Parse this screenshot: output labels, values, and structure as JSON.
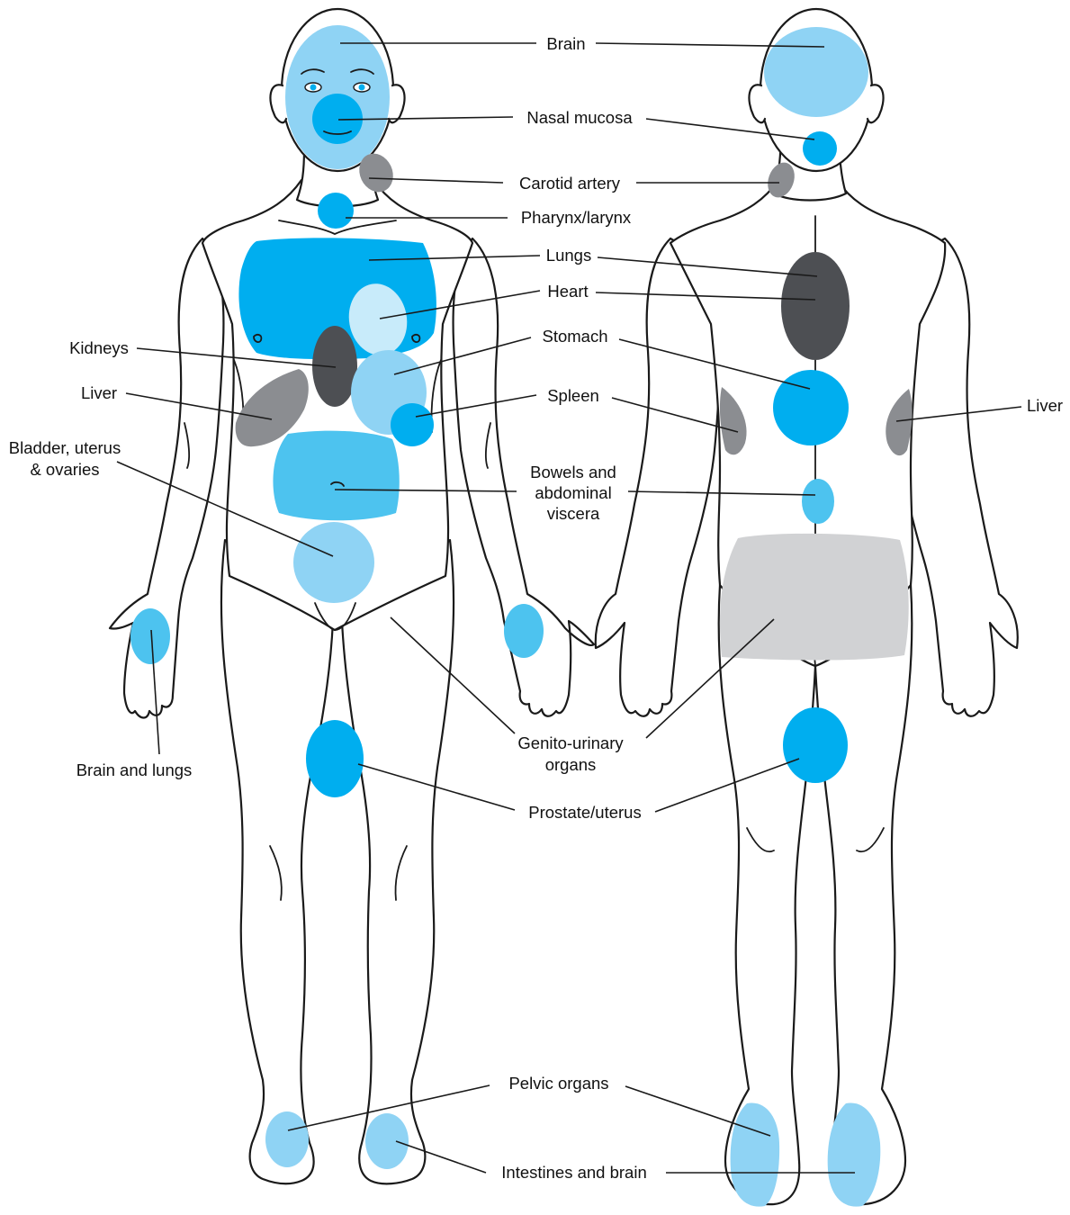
{
  "colors": {
    "light_blue": "#8fd3f4",
    "mid_blue": "#4dc3ef",
    "bright_blue": "#00aeef",
    "pale_blue": "#c8ebfa",
    "dark_gray": "#4d4f53",
    "mid_gray": "#8b8d91",
    "light_gray": "#d1d2d4"
  },
  "labels": {
    "brain": "Brain",
    "nasal_mucosa": "Nasal mucosa",
    "carotid_artery": "Carotid artery",
    "pharynx_larynx": "Pharynx/larynx",
    "lungs": "Lungs",
    "heart": "Heart",
    "kidneys": "Kidneys",
    "stomach": "Stomach",
    "liver_left": "Liver",
    "liver_right": "Liver",
    "spleen": "Spleen",
    "bladder_line1": "Bladder, uterus",
    "bladder_line2": "& ovaries",
    "bowels_line1": "Bowels and",
    "bowels_line2": "abdominal",
    "bowels_line3": "viscera",
    "brain_and_lungs": "Brain and lungs",
    "genito_line1": "Genito-urinary",
    "genito_line2": "organs",
    "prostate_uterus": "Prostate/uterus",
    "pelvic_organs": "Pelvic organs",
    "intestines_and_brain": "Intestines and brain"
  }
}
